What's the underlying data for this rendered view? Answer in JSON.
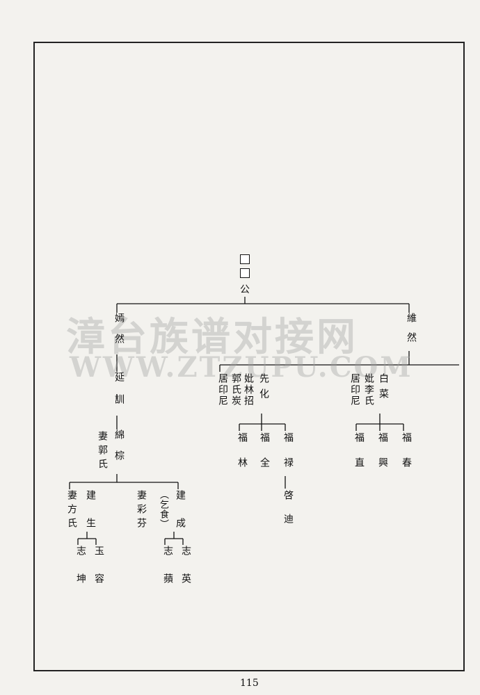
{
  "top": {
    "box1": "",
    "box2": "",
    "title": "公"
  },
  "left_branch": {
    "name": "嫣然",
    "child": "延訓",
    "grandchild": "綿棕",
    "grandchild_wife": "妻郭氏",
    "sons": [
      {
        "name": "建生",
        "wife": "妻方氏",
        "children": [
          "玉容",
          "志坤"
        ]
      },
      {
        "name": "建成",
        "note": "（乞食）",
        "wife": "妻彩芬",
        "children": [
          "志英",
          "志蘋"
        ]
      }
    ]
  },
  "right_branch": {
    "name": "維然",
    "sons": [
      {
        "name": "先化",
        "wife_lines": [
          "妣林招",
          "郭氏炭",
          "居印尼"
        ],
        "children": [
          "福禄",
          "福全",
          "福林"
        ],
        "grandchild": "啓迪"
      },
      {
        "name": "白菜",
        "wife_lines": [
          "妣李氏",
          "居印尼"
        ],
        "children": [
          "福春",
          "福興",
          "福直"
        ]
      }
    ]
  },
  "watermark": {
    "line1": "漳台族谱对接网",
    "line2": "WWW.ZTZUPU.COM"
  },
  "page_number": "115"
}
